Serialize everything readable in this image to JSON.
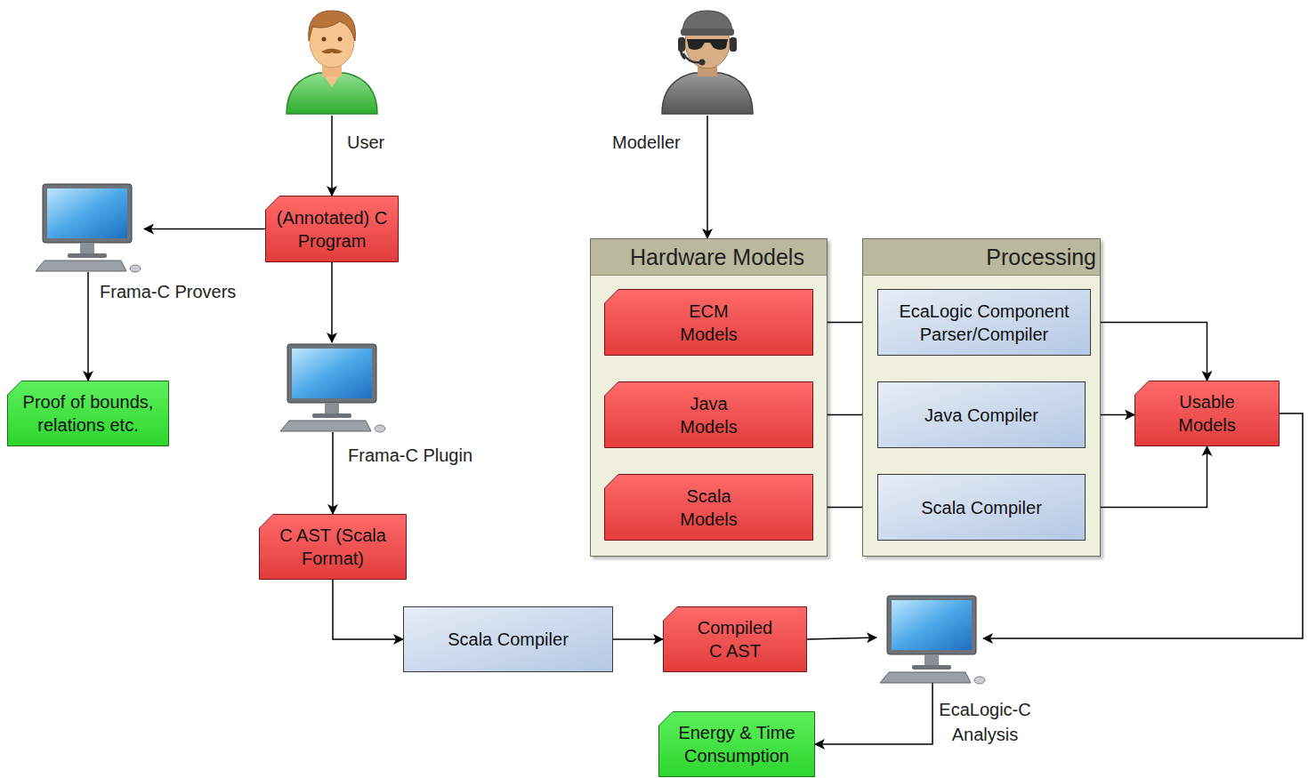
{
  "diagram": {
    "nodes": [
      {
        "text": [
          "User"
        ]
      },
      {
        "text": [
          "Modeller"
        ]
      },
      {
        "text": [
          "Frama-C Provers"
        ]
      },
      {
        "text": [
          "(Annotated) C Program"
        ]
      },
      {
        "text": [
          "Proof of bounds, relations etc."
        ]
      },
      {
        "text": [
          "Frama-C Plugin"
        ]
      },
      {
        "text": [
          "Hardware Models"
        ]
      },
      {
        "text": [
          "ECM Models"
        ],
        "in": 6
      },
      {
        "text": [
          "Java Models"
        ],
        "in": 6
      },
      {
        "text": [
          "Scala Models"
        ],
        "in": 6
      },
      {
        "text": [
          "Processing"
        ]
      },
      {
        "text": [
          "EcaLogic Component Parser/Compiler"
        ],
        "in": 10
      },
      {
        "text": [
          "Java Compiler"
        ],
        "in": 10
      },
      {
        "text": [
          "Scala Compiler"
        ],
        "in": 10
      },
      {
        "text": [
          "Usable Models"
        ]
      },
      {
        "text": [
          "C AST (Scala Format)"
        ]
      },
      {
        "text": [
          "Scala Compiler"
        ]
      },
      {
        "text": [
          "Compiled C AST"
        ]
      },
      {
        "text": [
          "EcaLogic-C Analysis"
        ]
      },
      {
        "text": [
          "Energy & Time Consumption"
        ]
      }
    ],
    "edges": [
      {
        "from": 0,
        "to": 3,
        "arrow": "to"
      },
      {
        "from": 3,
        "to": 2,
        "arrow": "to"
      },
      {
        "from": 2,
        "to": 4,
        "arrow": "to"
      },
      {
        "from": 3,
        "to": 5,
        "arrow": "to"
      },
      {
        "from": 5,
        "to": 15,
        "arrow": "to"
      },
      {
        "from": 15,
        "to": 16,
        "arrow": "to"
      },
      {
        "from": 16,
        "to": 17,
        "arrow": "to"
      },
      {
        "from": 17,
        "to": 18,
        "arrow": "to"
      },
      {
        "from": 18,
        "to": 19,
        "arrow": "to"
      },
      {
        "from": 1,
        "to": 6,
        "arrow": "to"
      },
      {
        "from": 7,
        "to": 11,
        "arrow": "to"
      },
      {
        "from": 8,
        "to": 12,
        "arrow": "to"
      },
      {
        "from": 9,
        "to": 13,
        "arrow": "to"
      },
      {
        "from": 11,
        "to": 14,
        "arrow": "to"
      },
      {
        "from": 12,
        "to": 14,
        "arrow": "to"
      },
      {
        "from": 13,
        "to": 14,
        "arrow": "to"
      },
      {
        "from": 14,
        "to": 18,
        "arrow": "to"
      }
    ]
  }
}
